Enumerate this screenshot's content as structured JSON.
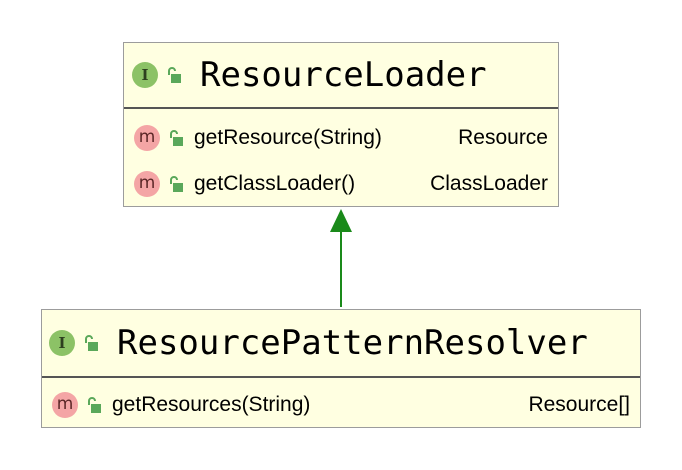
{
  "colors": {
    "box_fill": "#ffffe1",
    "box_border": "#9c9c9c",
    "interface_icon": "#8cc266",
    "method_icon": "#f4a5a5",
    "lock_icon": "#5aa85a",
    "arrow": "#1a8a1a"
  },
  "relation": {
    "type": "extends",
    "from": "ResourcePatternResolver",
    "to": "ResourceLoader"
  },
  "parent": {
    "icon": "interface-icon",
    "icon_letter": "I",
    "name": "ResourceLoader",
    "methods": [
      {
        "name": "getResource(String)",
        "type": "Resource"
      },
      {
        "name": "getClassLoader()",
        "type": "ClassLoader"
      }
    ]
  },
  "child": {
    "icon": "interface-icon",
    "icon_letter": "I",
    "name": "ResourcePatternResolver",
    "methods": [
      {
        "name": "getResources(String)",
        "type": "Resource[]"
      }
    ]
  },
  "method_icon_letter": "m"
}
